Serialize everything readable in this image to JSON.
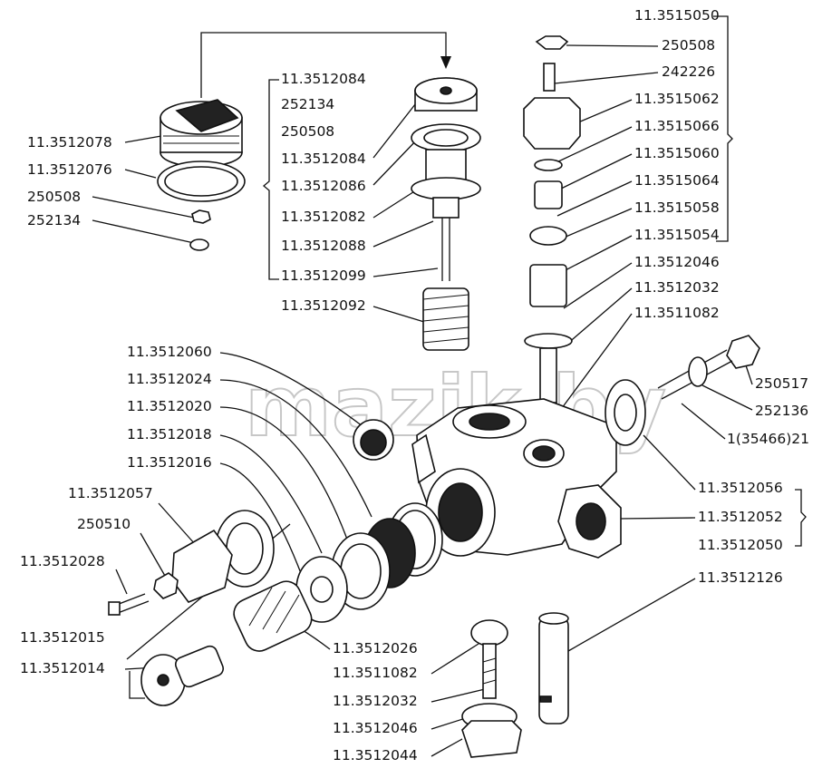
{
  "watermark": "mazik.by",
  "labels": {
    "l_3515050": "11.3515050",
    "l_250508_top": "250508",
    "l_242226": "242226",
    "l_3515062": "11.3515062",
    "l_3515066": "11.3515066",
    "l_3515060": "11.3515060",
    "l_3515064": "11.3515064",
    "l_3515058": "11.3515058",
    "l_3515054": "11.3515054",
    "l_3512046_r": "11.3512046",
    "l_3512032_r": "11.3512032",
    "l_3511082_r": "11.3511082",
    "l_250517": "250517",
    "l_252136": "252136",
    "l_35466": "1(35466)21",
    "l_3512056": "11.3512056",
    "l_3512052": "11.3512052",
    "l_3512050": "11.3512050",
    "l_3512126": "11.3512126",
    "l_3512084_a": "11.3512084",
    "l_252134_m": "252134",
    "l_250508_m": "250508",
    "l_3512084_b": "11.3512084",
    "l_3512086": "11.3512086",
    "l_3512082": "11.3512082",
    "l_3512088": "11.3512088",
    "l_3512099": "11.3512099",
    "l_3512092": "11.3512092",
    "l_3512078": "11.3512078",
    "l_3512076": "11.3512076",
    "l_250508_l": "250508",
    "l_252134_l": "252134",
    "l_3512060": "11.3512060",
    "l_3512024": "11.3512024",
    "l_3512020": "11.3512020",
    "l_3512018": "11.3512018",
    "l_3512016": "11.3512016",
    "l_3512057": "11.3512057",
    "l_250510": "250510",
    "l_3512028": "11.3512028",
    "l_3512015": "11.3512015",
    "l_3512014": "11.3512014",
    "l_3512026": "11.3512026",
    "l_3511082_b": "11.3511082",
    "l_3512032_b": "11.3512032",
    "l_3512046_b": "11.3512046",
    "l_3512044": "11.3512044"
  }
}
